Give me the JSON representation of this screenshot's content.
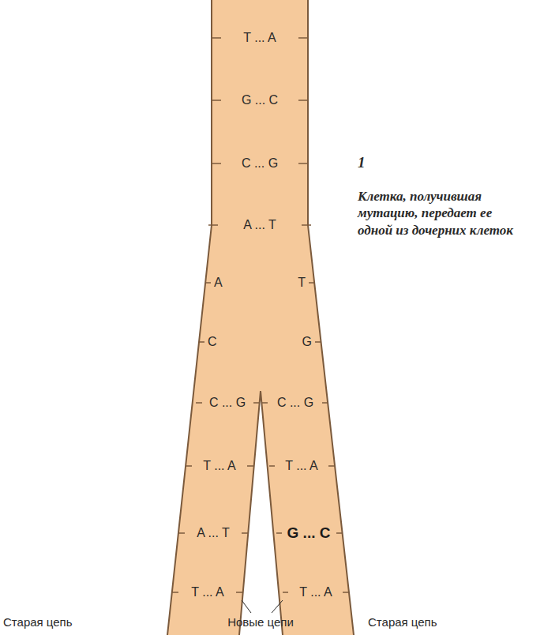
{
  "diagram": {
    "labels": [
      "T ... A",
      "G ... C",
      "C ... G",
      "A ... T",
      "A",
      "T",
      "C",
      "G",
      "C ... G",
      "C ... G",
      "T ... A",
      "T ... A",
      "A ... T",
      "G ... C",
      "T ... A",
      "T ... A",
      "1",
      "Клетка, получившая мутацию, передает ее одной из дочерних клеток",
      "Старая цепь",
      "Новые цепи",
      "Старая цепь"
    ]
  }
}
